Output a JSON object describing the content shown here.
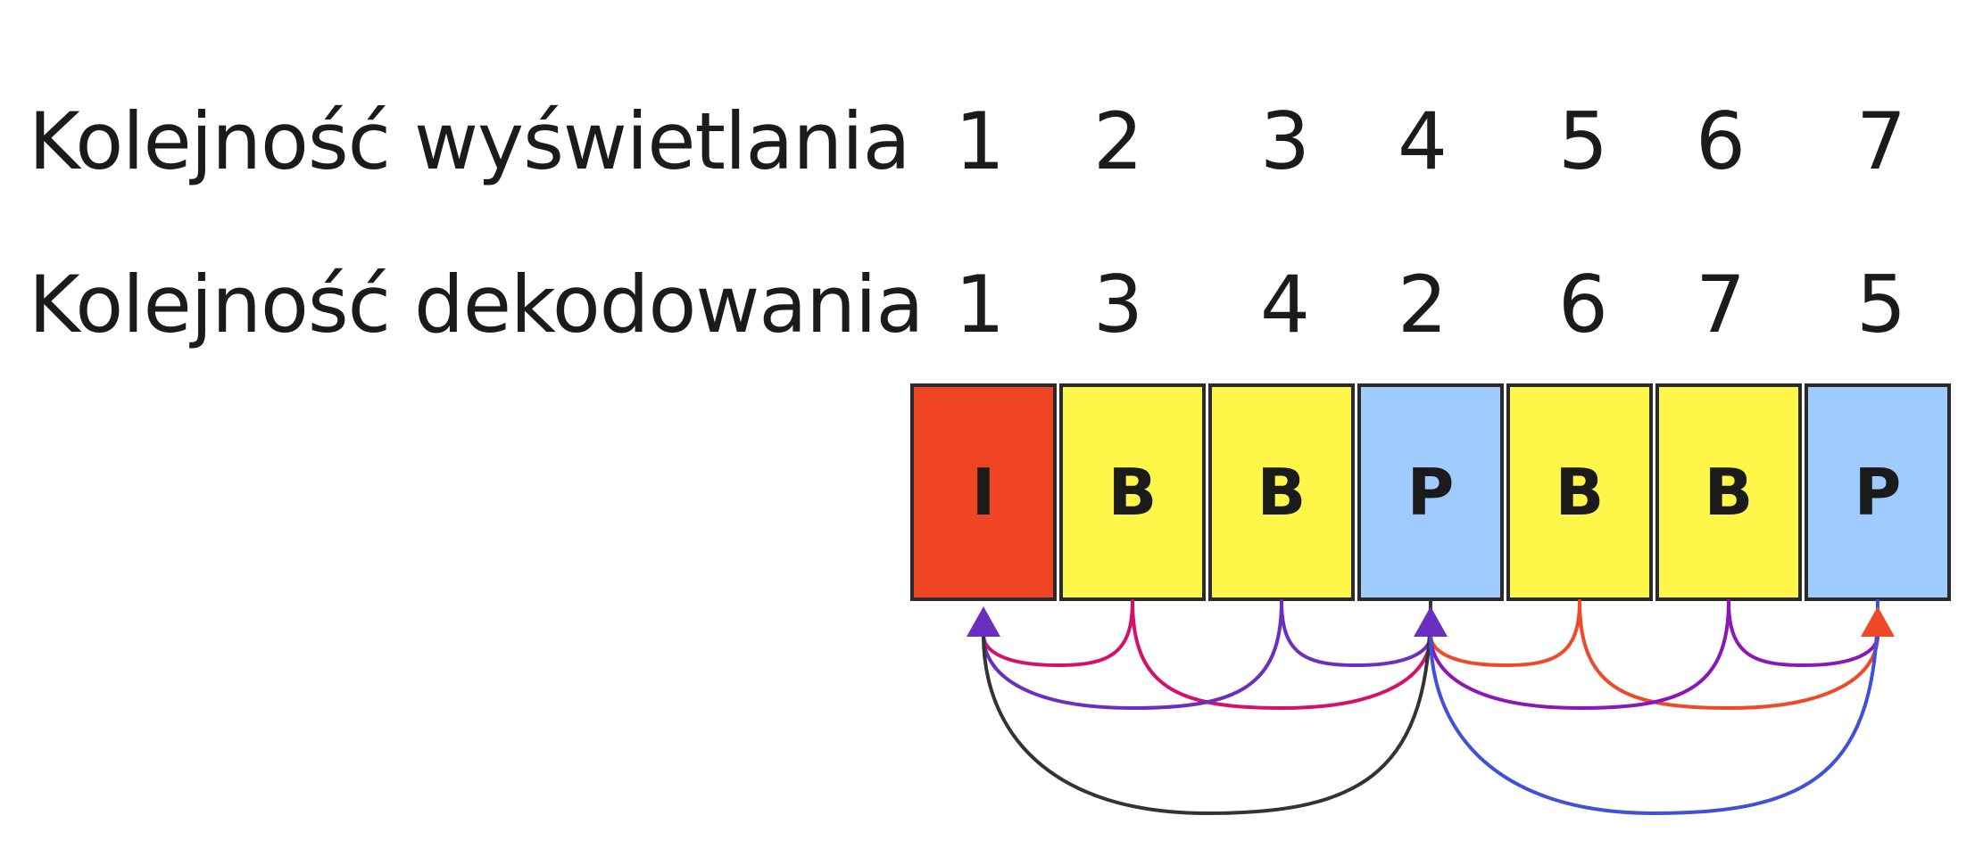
{
  "rows": {
    "display_label": "Kolejność wyświetlania",
    "decode_label": "Kolejność dekodowania",
    "display_order": [
      "1",
      "2",
      "3",
      "4",
      "5",
      "6",
      "7"
    ],
    "decode_order": [
      "1",
      "3",
      "4",
      "2",
      "6",
      "7",
      "5"
    ]
  },
  "frames": [
    {
      "type": "I",
      "color": "#f04524"
    },
    {
      "type": "B",
      "color": "#fff64a"
    },
    {
      "type": "B",
      "color": "#fff64a"
    },
    {
      "type": "P",
      "color": "#a0cbff"
    },
    {
      "type": "B",
      "color": "#fff64a"
    },
    {
      "type": "B",
      "color": "#fff64a"
    },
    {
      "type": "P",
      "color": "#a0cbff"
    }
  ],
  "references": [
    {
      "from": 1,
      "to": 0,
      "color": "#d5106a",
      "arrowhead": false
    },
    {
      "from": 1,
      "to": 3,
      "color": "#d5106a",
      "arrowhead": false
    },
    {
      "from": 2,
      "to": 0,
      "color": "#6a2fc1",
      "arrowhead": false
    },
    {
      "from": 2,
      "to": 3,
      "color": "#6a2fc1",
      "arrowhead": false
    },
    {
      "from": 3,
      "to": 0,
      "color": "#333333",
      "arrowhead": true
    },
    {
      "from": 4,
      "to": 3,
      "color": "#ef4a28",
      "arrowhead": false
    },
    {
      "from": 4,
      "to": 6,
      "color": "#ef4a28",
      "arrowhead": true
    },
    {
      "from": 5,
      "to": 3,
      "color": "#8d16b8",
      "arrowhead": false
    },
    {
      "from": 5,
      "to": 6,
      "color": "#8d16b8",
      "arrowhead": false
    },
    {
      "from": 6,
      "to": 3,
      "color": "#4050d8",
      "arrowhead": true
    }
  ],
  "arrowhead_colors": {
    "frame_0": "#6a2fc1",
    "frame_3": "#6a2fc1",
    "frame_6": "#ef4a28"
  }
}
